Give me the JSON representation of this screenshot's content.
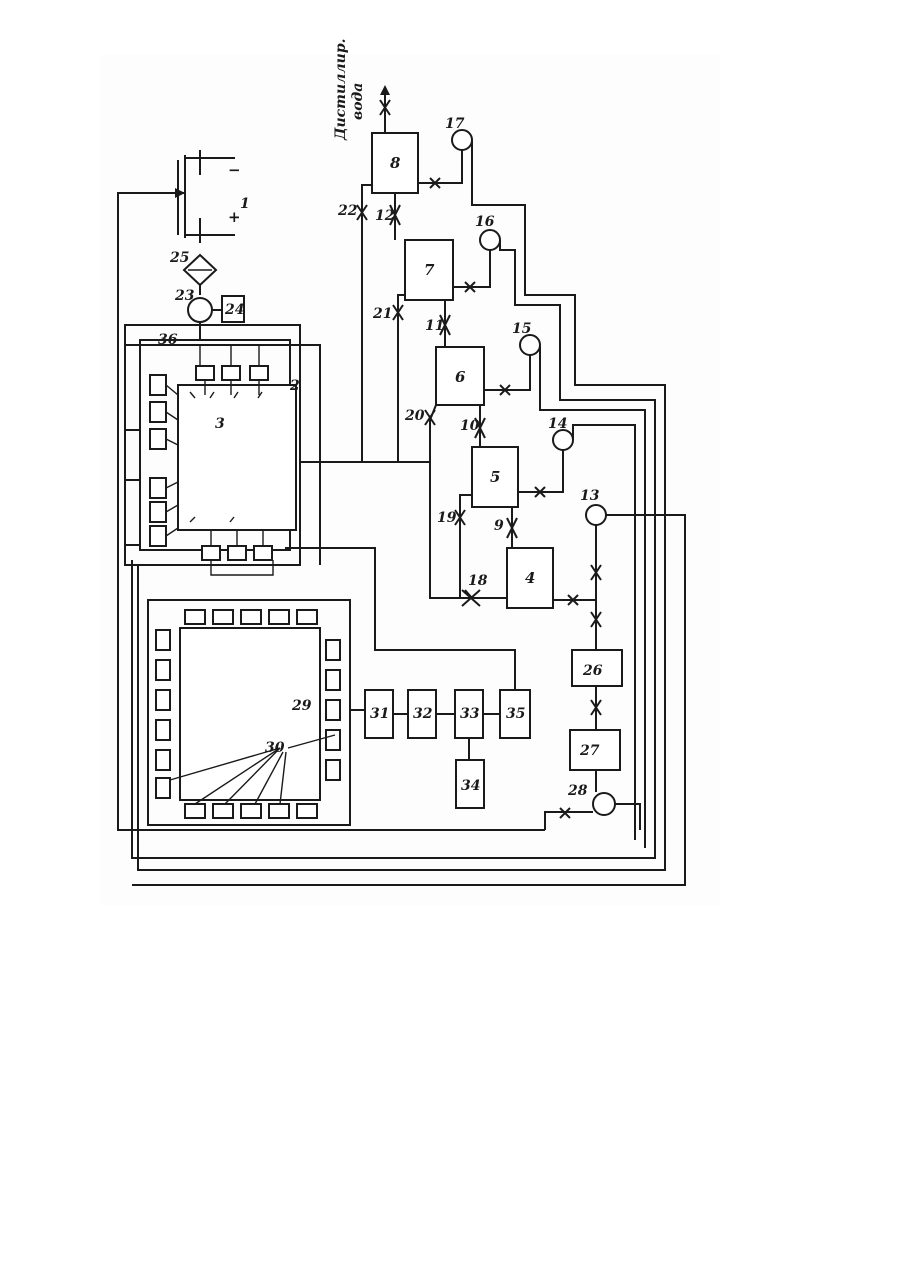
{
  "scheme": {
    "water_label_line1": "Дистиллир.",
    "water_label_line2": "вода",
    "plus_sign": "+",
    "minus_sign": "−",
    "labels": [
      "1",
      "2",
      "3",
      "4",
      "5",
      "6",
      "7",
      "8",
      "9",
      "10",
      "11",
      "12",
      "13",
      "14",
      "15",
      "16",
      "17",
      "18",
      "19",
      "20",
      "21",
      "22",
      "23",
      "24",
      "25",
      "26",
      "27",
      "28",
      "29",
      "30",
      "31",
      "32",
      "33",
      "34",
      "35",
      "36"
    ]
  }
}
